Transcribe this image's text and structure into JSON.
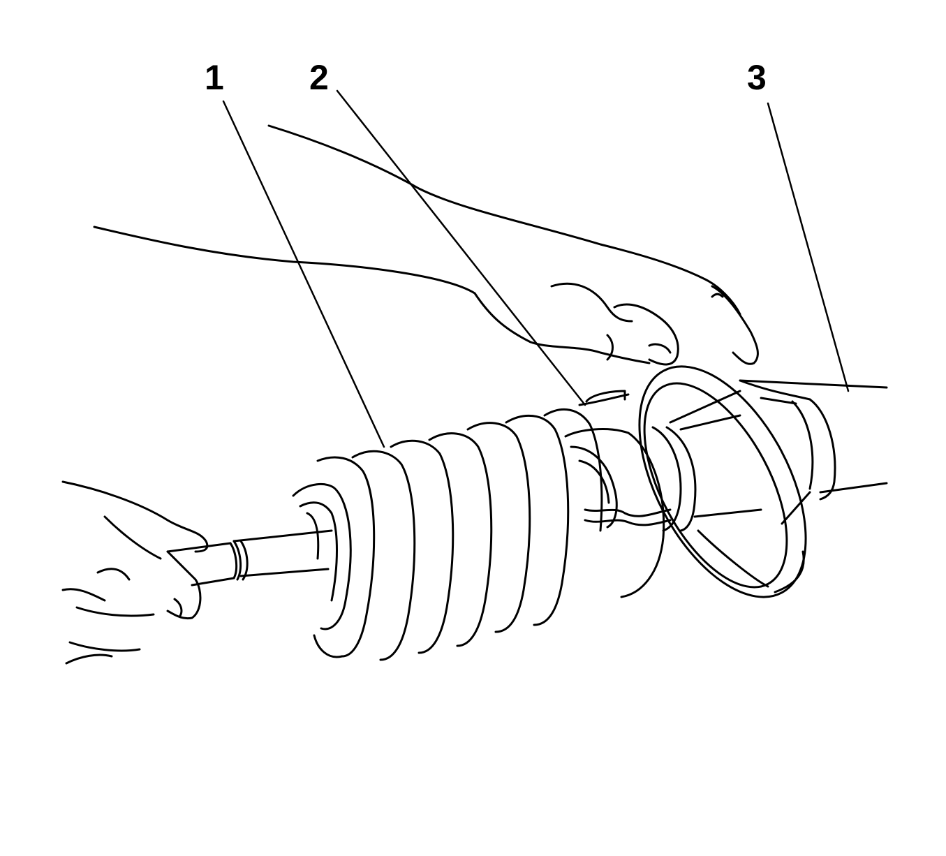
{
  "callouts": [
    {
      "id": "1",
      "text": "1"
    },
    {
      "id": "2",
      "text": "2"
    },
    {
      "id": "3",
      "text": "3"
    }
  ],
  "colors": {
    "line": "#000000",
    "fill": "#ffffff"
  }
}
